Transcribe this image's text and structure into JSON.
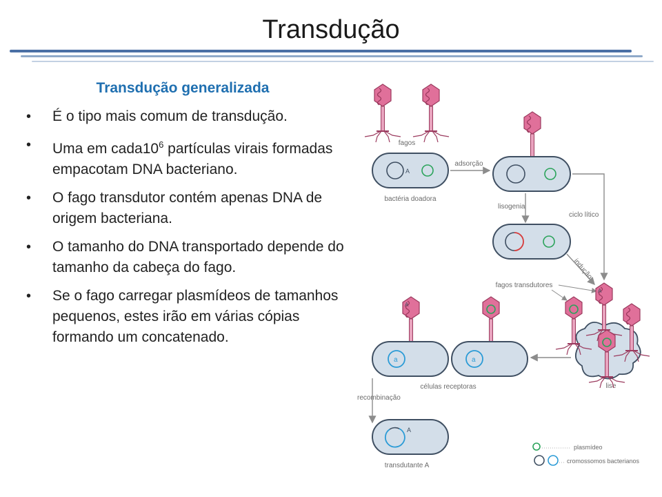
{
  "title": "Transdução",
  "subtitle": "Transdução generalizada",
  "bullets": [
    {
      "text": "É o tipo mais comum de transdução."
    },
    {
      "pre": "Uma em cada10",
      "sup": "6",
      "post": " partículas virais formadas empacotam DNA bacteriano."
    },
    {
      "text": "O fago transdutor contém apenas DNA de origem bacteriana."
    },
    {
      "text": "O tamanho do DNA transportado depende do tamanho da cabeça do fago."
    },
    {
      "text": "Se o fago carregar plasmídeos de tamanhos pequenos, estes irão em várias cópias formando um concatenado."
    }
  ],
  "diagram": {
    "labels": {
      "fagos": "fagos",
      "adsorcao": "adsorção",
      "bacteria_doadora": "bactéria doadora",
      "lisogenia": "lisogenia",
      "ciclo_litico": "ciclo lítico",
      "inducao": "indução",
      "fagos_transdutores": "fagos transdutores",
      "celulas_receptoras": "células receptoras",
      "lise": "lise",
      "recombinacao": "recombinação",
      "transdutante": "transdutante A",
      "legend_plasmideo": "plasmídeo",
      "legend_cromossomos": "cromossomos bacterianos",
      "gene_A": "A",
      "gene_a": "a"
    },
    "colors": {
      "phage": "#e0709a",
      "phage_dark": "#9b3a5e",
      "cell_fill": "#d3dee9",
      "cell_stroke": "#3f4f62",
      "plasmid": "#2aa35a",
      "recipient_chrom": "#2b9bd6",
      "donor_dna": "#d63a3a",
      "arrow": "#8c8c8c",
      "label": "#6a6a6a"
    }
  }
}
